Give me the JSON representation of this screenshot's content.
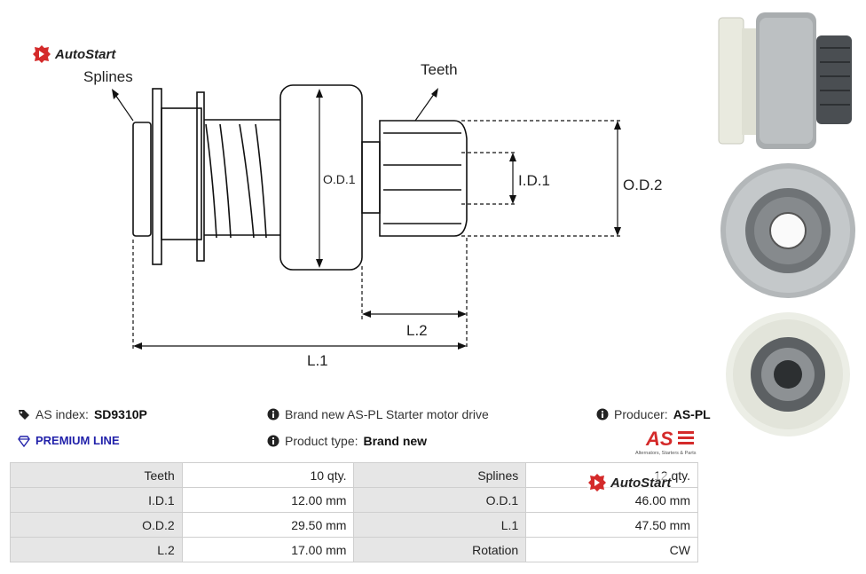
{
  "brand": {
    "name": "AutoStart"
  },
  "diagram": {
    "labels": {
      "splines": "Splines",
      "teeth": "Teeth",
      "od1": "O.D.1",
      "id1": "I.D.1",
      "od2": "O.D.2",
      "l2": "L.2",
      "l1": "L.1"
    }
  },
  "info": {
    "index_label": "AS index:",
    "index_value": "SD9310P",
    "description": "Brand new AS-PL Starter motor drive",
    "producer_label": "Producer:",
    "producer_value": "AS-PL",
    "premium": "PREMIUM LINE",
    "type_label": "Product type:",
    "type_value": "Brand new",
    "as_logo_text": "AS",
    "as_logo_sub": "Alternators, Starters & Parts"
  },
  "specs": [
    {
      "l1": "Teeth",
      "v1": "10 qty.",
      "l2": "Splines",
      "v2": "12 qty."
    },
    {
      "l1": "I.D.1",
      "v1": "12.00 mm",
      "l2": "O.D.1",
      "v2": "46.00 mm"
    },
    {
      "l1": "O.D.2",
      "v1": "29.50 mm",
      "l2": "L.1",
      "v2": "47.50 mm"
    },
    {
      "l1": "L.2",
      "v1": "17.00 mm",
      "l2": "Rotation",
      "v2": "CW"
    }
  ],
  "colors": {
    "brand_red": "#d42a2a",
    "premium_blue": "#2222aa",
    "label_bg": "#e6e6e6"
  }
}
